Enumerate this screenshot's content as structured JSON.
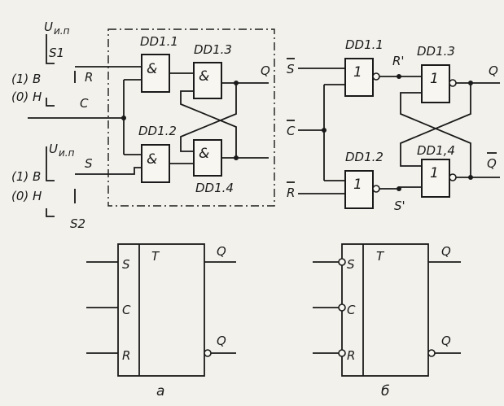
{
  "schematic_a": {
    "supply_top": "U",
    "supply_top_sub": "и.п",
    "switch1": "S1",
    "pos_b_top": "(1) B",
    "pos_h_top": "(0) H",
    "input_r": "R",
    "input_c": "C",
    "supply_bottom": "U",
    "supply_bottom_sub": "и.п",
    "pos_b_bottom": "(1) B",
    "input_s": "S",
    "pos_h_bottom": "(0) H",
    "switch2": "S2",
    "gate1_name": "DD1.1",
    "gate1_sym": "&",
    "gate2_name": "DD1.2",
    "gate2_sym": "&",
    "gate3_name": "DD1.3",
    "gate3_sym": "&",
    "gate4_name": "DD1.4",
    "gate4_sym": "&",
    "out_q": "Q"
  },
  "schematic_b": {
    "input_s": "S",
    "input_c": "C",
    "input_r": "R",
    "gate1_name": "DD1.1",
    "gate1_sym": "1",
    "gate2_name": "DD1.2",
    "gate2_sym": "1",
    "gate3_name": "DD1.3",
    "gate3_sym": "1",
    "gate4_name": "DD1,4",
    "gate4_sym": "1",
    "node_r": "R'",
    "node_s": "S'",
    "out_q": "Q",
    "out_qbar": "Q"
  },
  "symbol_a": {
    "in_s": "S",
    "in_c": "C",
    "in_r": "R",
    "type": "T",
    "out_q": "Q",
    "out_q2": "Q",
    "caption": "а"
  },
  "symbol_b": {
    "in_s": "S",
    "in_c": "C",
    "in_r": "R",
    "type": "T",
    "out_q": "Q",
    "out_q2": "Q",
    "caption": "б"
  }
}
